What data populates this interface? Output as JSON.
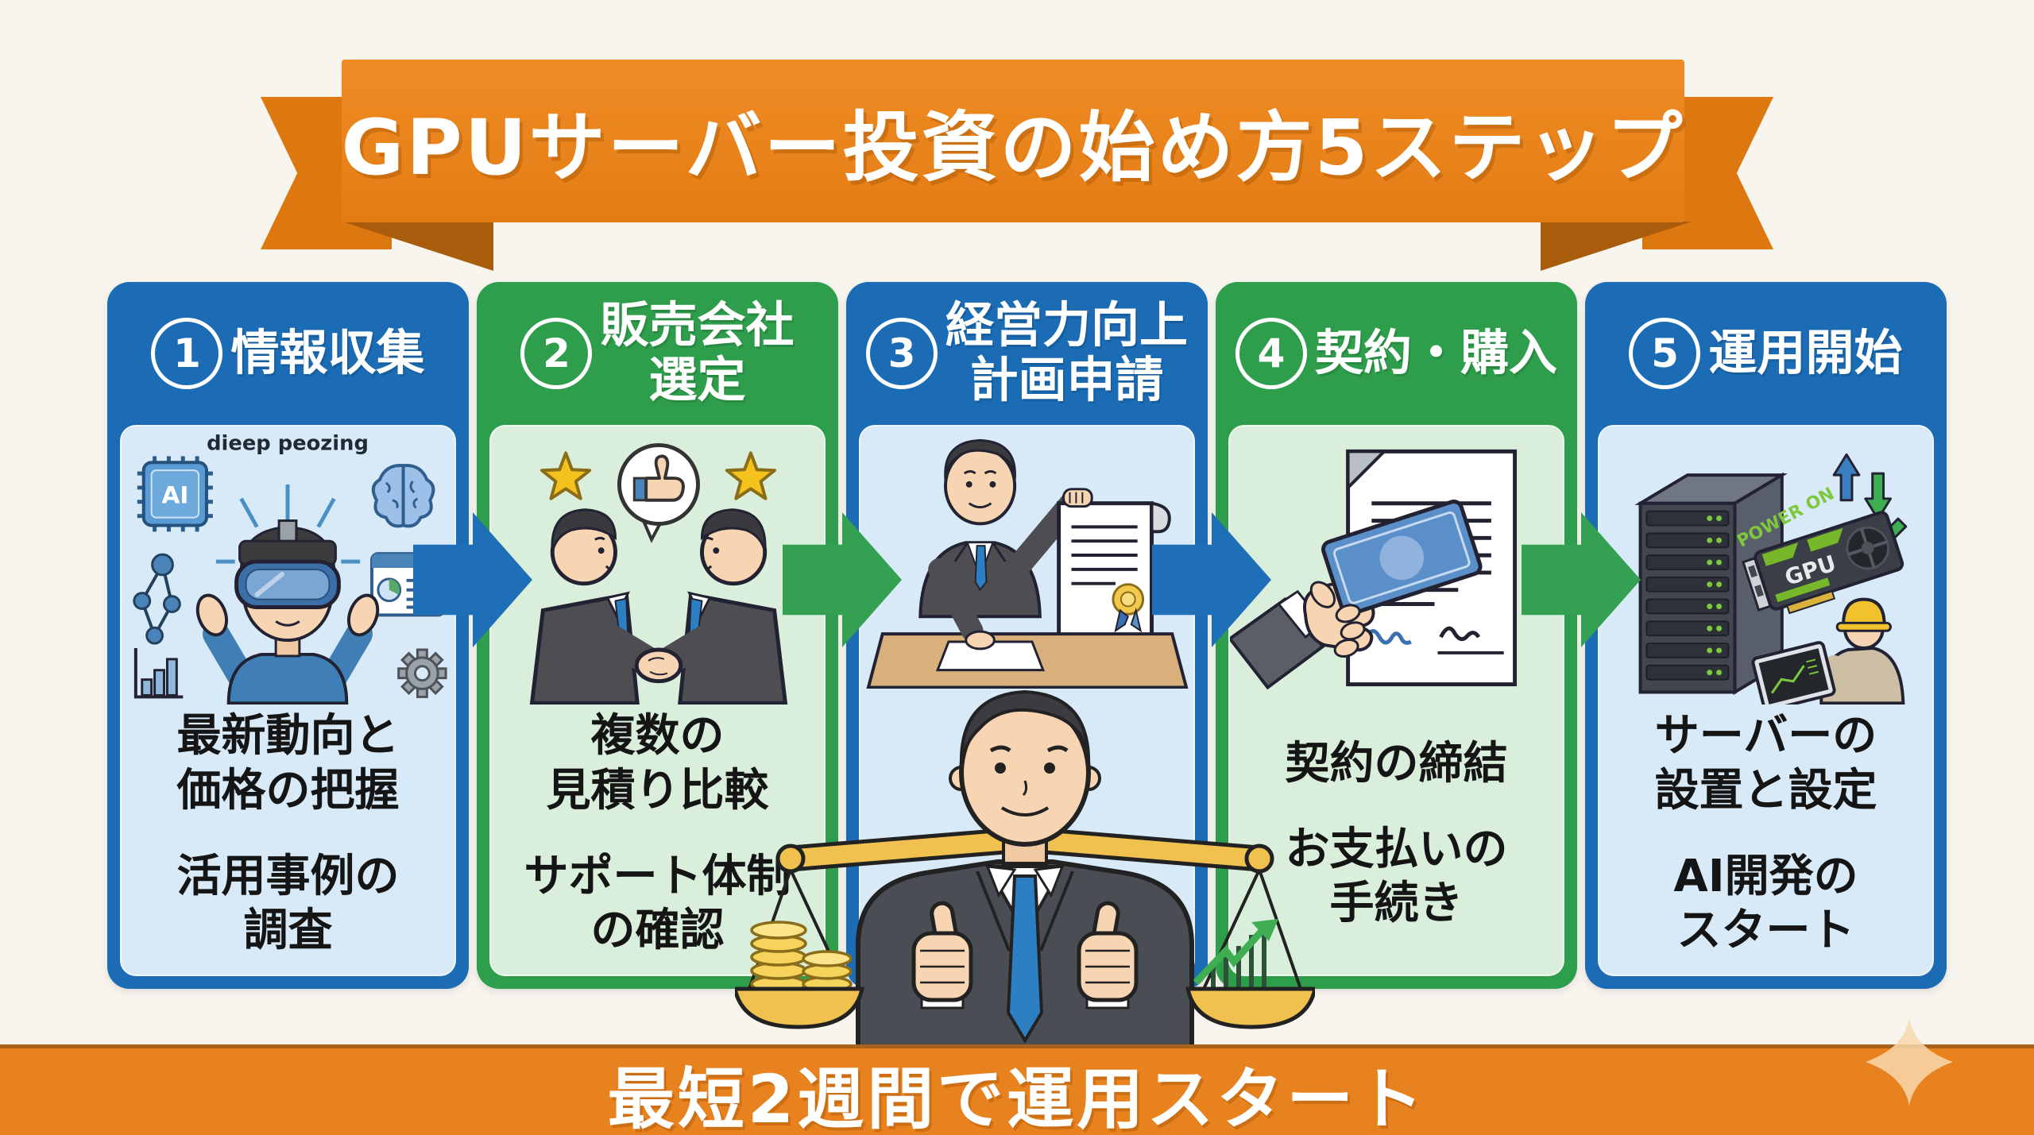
{
  "title_banner": {
    "text": "GPUサーバー投資の始め方5ステップ"
  },
  "steps": [
    {
      "number": "1",
      "title": "情報収集",
      "theme": "blue",
      "caption": "dieep peozing",
      "chip_label": "AI",
      "body": [
        "最新動向と\n価格の把握",
        "活用事例の\n調査"
      ]
    },
    {
      "number": "2",
      "title": "販売会社\n選定",
      "theme": "green",
      "body": [
        "複数の\n見積り比較",
        "サポート体制\nの確認"
      ]
    },
    {
      "number": "3",
      "title": "経営力向上\n計画申請",
      "theme": "blue",
      "body": []
    },
    {
      "number": "4",
      "title": "契約・購入",
      "theme": "green",
      "body": [
        "契約の締結",
        "お支払いの\n手続き"
      ]
    },
    {
      "number": "5",
      "title": "運用開始",
      "theme": "blue",
      "server_label": "POWER ON",
      "gpu_label": "GPU",
      "body": [
        "サーバーの\n設置と設定",
        "AI開発の\nスタート"
      ]
    }
  ],
  "footer_banner": {
    "text": "最短2週間で運用スタート"
  },
  "colors": {
    "orange": "#e8831d",
    "orange_dark": "#a85c0c",
    "blue": "#1b6cb5",
    "blue_light": "#d8eaf8",
    "green": "#2f9e4c",
    "green_light": "#daefdb",
    "background": "#f8f5ef",
    "text": "#151515"
  }
}
